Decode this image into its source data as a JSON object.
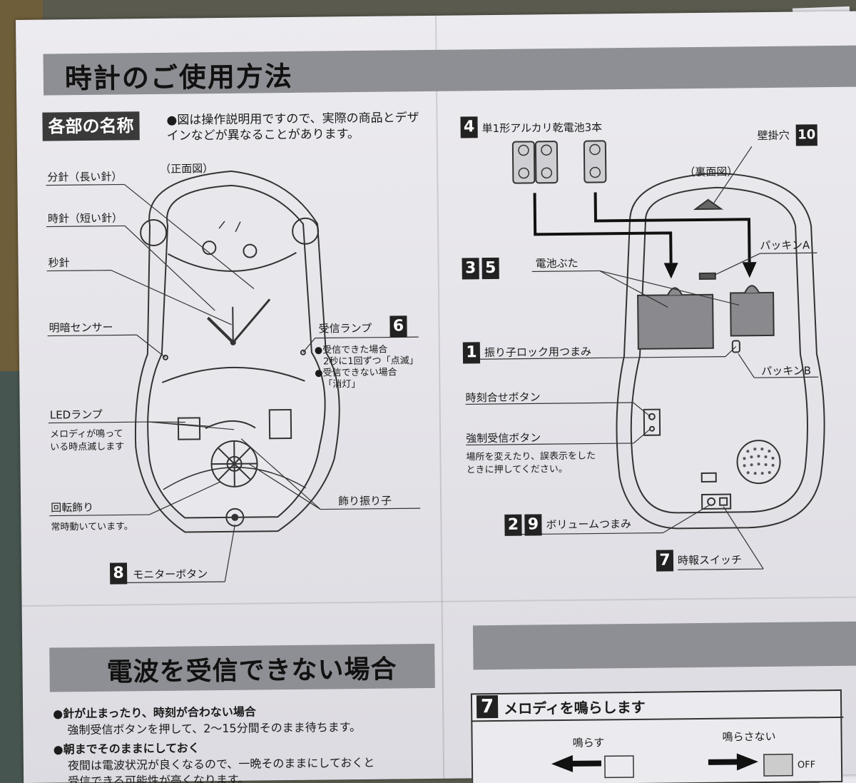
{
  "left_page": {
    "title": "時計のご使用方法",
    "subhead": "各部の名称",
    "note": "●図は操作説明用ですので、実際の商品とデザインなどが異なることがあります。",
    "view_label": "（正面図）",
    "labels": {
      "minute_hand": "分針（長い針）",
      "hour_hand": "時針（短い針）",
      "second_hand": "秒針",
      "light_sensor": "明暗センサー",
      "receive_lamp": "受信ランプ",
      "receive_lamp_num": "6",
      "receive_ok": "●受信できた場合",
      "receive_ok_detail": "2秒に1回ずつ「点滅」",
      "receive_ng": "●受信できない場合",
      "receive_ng_detail": "「消灯」",
      "led_lamp": "LEDランプ",
      "led_desc1": "メロディが鳴って",
      "led_desc2": "いる時点滅します",
      "rotating_deco": "回転飾り",
      "rotating_desc": "常時動いています。",
      "pendulum_deco": "飾り振り子",
      "monitor_button": "モニターボタン",
      "monitor_num": "8"
    }
  },
  "right_page": {
    "battery_num": "4",
    "battery_label": "単1形アルカリ乾電池3本",
    "wall_hole": "壁掛穴",
    "wall_hole_num": "10",
    "view_label": "（裏面図）",
    "packing_a": "パッキンA",
    "battery_cover_nums": [
      "3",
      "5"
    ],
    "battery_cover": "電池ぶた",
    "pendulum_lock_num": "1",
    "pendulum_lock": "振り子ロック用つまみ",
    "packing_b": "パッキンB",
    "time_set_button": "時刻合せボタン",
    "force_receive_button": "強制受信ボタン",
    "force_receive_desc1": "場所を変えたり、誤表示をした",
    "force_receive_desc2": "ときに押してください。",
    "volume_nums": [
      "2",
      "9"
    ],
    "volume_knob": "ボリュームつまみ",
    "chime_num": "7",
    "chime_switch": "時報スイッチ"
  },
  "bottom": {
    "title": "電波を受信できない場合",
    "item1_head": "●針が止まったり、時刻が合わない場合",
    "item1_body": "強制受信ボタンを押して、2～15分間そのまま待ちます。",
    "item2_head": "●朝までそのままにしておく",
    "item2_body1": "夜間は電波状況が良くなるので、一晩そのままにしておくと",
    "item2_body2": "受信できる可能性が高くなります。",
    "melody_num": "7",
    "melody_title": "メロディを鳴らします",
    "ring": "鳴らす",
    "no_ring": "鳴らさない",
    "off": "OFF"
  },
  "side_nums": [
    "5",
    "6"
  ]
}
